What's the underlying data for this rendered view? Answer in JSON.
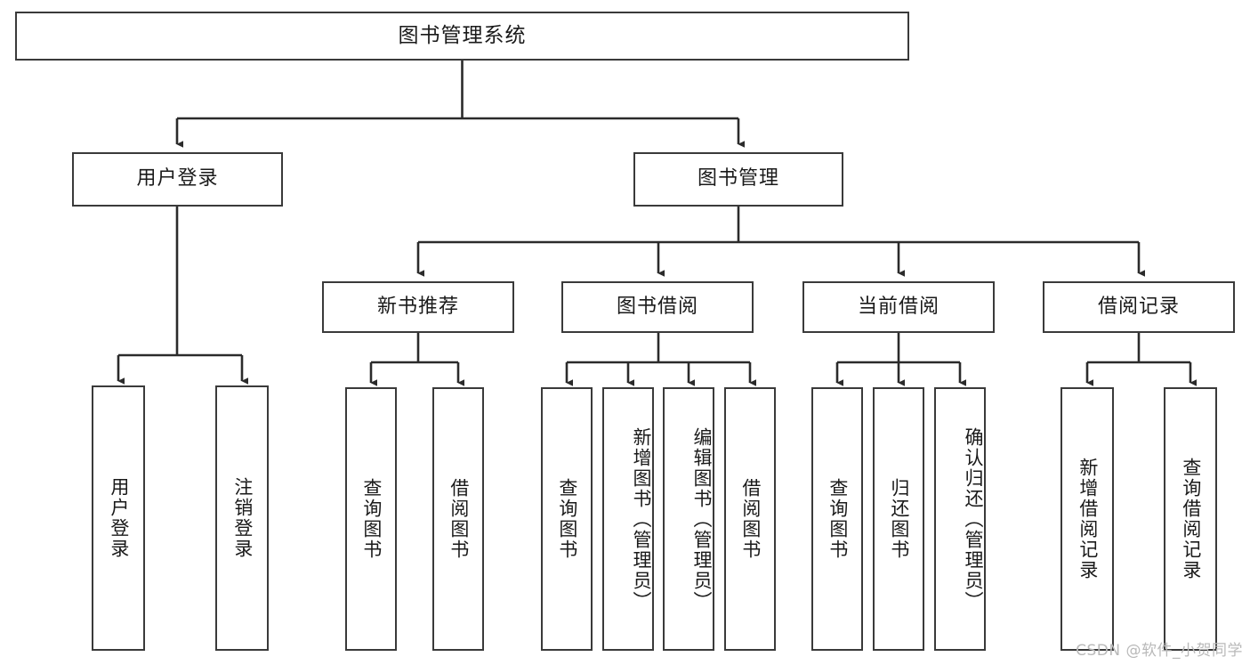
{
  "diagram": {
    "title": "图书管理系统",
    "type": "tree-hierarchy",
    "watermark": "CSDN @软件_小贺同学",
    "colors": {
      "box_border": "#3a3a3a",
      "box_fill": "#ffffff",
      "edge": "#2b2b2b",
      "text": "#1a1a1a",
      "watermark": "#b9b9b9",
      "background": "#ffffff"
    },
    "root": {
      "label": "图书管理系统"
    },
    "level2": [
      {
        "label": "用户登录"
      },
      {
        "label": "图书管理"
      }
    ],
    "level3": [
      {
        "label": "新书推荐"
      },
      {
        "label": "图书借阅"
      },
      {
        "label": "当前借阅"
      },
      {
        "label": "借阅记录"
      }
    ],
    "leaves": {
      "user_login": [
        {
          "label": "用户登录"
        },
        {
          "label": "注销登录"
        }
      ],
      "new_book_recommend": [
        {
          "label": "查询图书"
        },
        {
          "label": "借阅图书"
        }
      ],
      "book_borrow": [
        {
          "label": "查询图书"
        },
        {
          "label": "新增图书（管理员）"
        },
        {
          "label": "编辑图书（管理员）"
        },
        {
          "label": "借阅图书"
        }
      ],
      "current_borrow": [
        {
          "label": "查询图书"
        },
        {
          "label": "归还图书"
        },
        {
          "label": "确认归还（管理员）"
        }
      ],
      "borrow_record": [
        {
          "label": "新增借阅记录"
        },
        {
          "label": "查询借阅记录"
        }
      ]
    }
  }
}
